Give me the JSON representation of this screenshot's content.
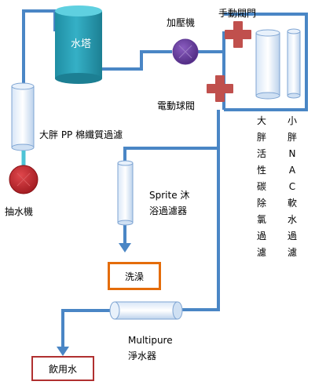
{
  "labels": {
    "water_tower": "水塔",
    "pump_pressure": "加壓機",
    "manual_valve": "手動閥門",
    "electric_valve": "電動球閥",
    "pp_filter": "大胖 PP 棉纖質過濾",
    "suction_pump": "抽水機",
    "sprite_line1": "Sprite  沐",
    "sprite_line2": "浴過濾器",
    "bath": "洗澡",
    "multipure_line1": "Multipure",
    "multipure_line2": "淨水器",
    "drinking": "飲用水"
  },
  "vertical_labels": {
    "carbon": [
      "大",
      "胖",
      "活",
      "性",
      "碳",
      "除",
      "氯",
      "過",
      "濾"
    ],
    "softener": [
      "小",
      "胖",
      "N",
      "A",
      "C",
      "軟",
      "水",
      "過",
      "濾"
    ]
  },
  "colors": {
    "pipe": "#4a86c5",
    "tank_top": "#4ec3d6",
    "tank_body": "#2f9fb4",
    "pump_purple": "#6b3fa0",
    "valve_red": "#c0504d",
    "suction_red": "#c0282d",
    "bath_border": "#e46c0a",
    "drink_border": "#b03030"
  }
}
